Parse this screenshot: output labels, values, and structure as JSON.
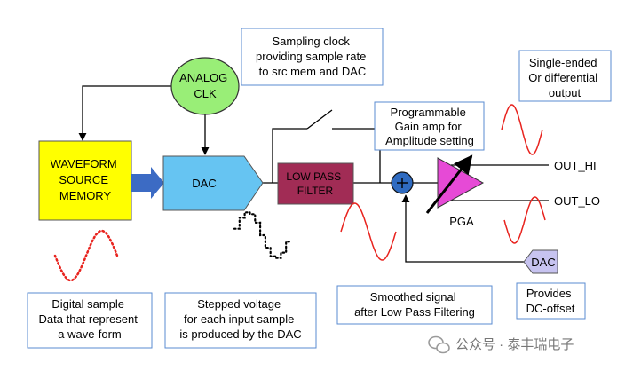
{
  "colors": {
    "waveform_memory": "#FFFF00",
    "analog_clk": "#99EE77",
    "dac": "#66C4F2",
    "dac_offset": "#C7C3F0",
    "low_pass_filter": "#A12C55",
    "summing_node": "#2F6BC1",
    "pga": "#E64AD6",
    "signal_wave": "#E8231E",
    "stepped_wave": "#000000",
    "annotation_border": "#5A8BD2",
    "data_arrow": "#3C6BC4"
  },
  "blocks": {
    "waveform_memory": {
      "lines": [
        "WAVEFORM",
        "SOURCE",
        "MEMORY"
      ]
    },
    "analog_clk": {
      "lines": [
        "ANALOG",
        "CLK"
      ]
    },
    "dac": {
      "label": "DAC"
    },
    "low_pass_filter": {
      "lines": [
        "LOW PASS",
        "FILTER"
      ]
    },
    "pga": {
      "label": "PGA"
    },
    "dac_offset": {
      "label": "DAC"
    }
  },
  "outputs": {
    "out_hi": "OUT_HI",
    "out_lo": "OUT_LO"
  },
  "annotations": {
    "sampling_clock": [
      "Sampling clock",
      "providing sample rate",
      "to src mem and DAC"
    ],
    "pga_gain": [
      "Programmable",
      "Gain amp for",
      "Amplitude setting"
    ],
    "output_type": [
      "Single-ended",
      "Or differential",
      "output"
    ],
    "digital_sample": [
      "Digital sample",
      "Data that represent",
      "a wave-form"
    ],
    "stepped_voltage": [
      "Stepped voltage",
      "for each input sample",
      "is produced by the DAC"
    ],
    "smoothed_signal": [
      "Smoothed signal",
      "after Low Pass Filtering"
    ],
    "dc_offset": [
      "Provides",
      "DC-offset"
    ]
  },
  "watermark": "公众号 · 泰丰瑞电子",
  "icons": {
    "summing_node": "plus-icon",
    "watermark_logo": "wechat-icon"
  }
}
